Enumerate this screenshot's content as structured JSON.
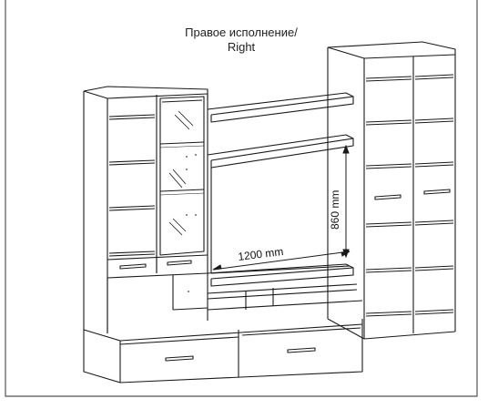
{
  "caption": {
    "line1": "Правое исполнение/",
    "line2": "Right"
  },
  "dimensions": {
    "width_label": "1200 mm",
    "height_label": "860 mm"
  },
  "colors": {
    "line": "#1a1a1a",
    "border": "#555555",
    "background": "#ffffff"
  }
}
